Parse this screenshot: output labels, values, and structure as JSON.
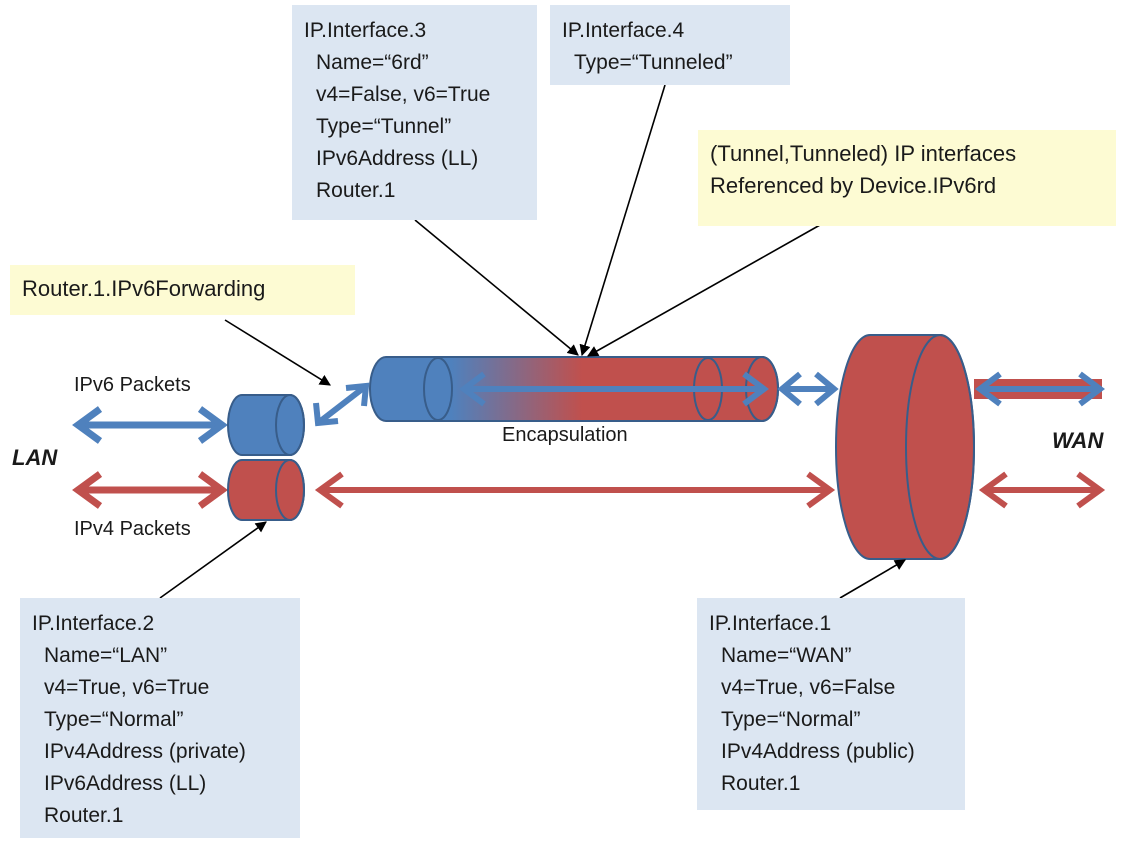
{
  "labels": {
    "lan": "LAN",
    "wan": "WAN",
    "ipv6_packets": "IPv6 Packets",
    "ipv4_packets": "IPv4 Packets",
    "encapsulation": "Encapsulation"
  },
  "boxes": {
    "if3": {
      "title": "IP.Interface.3",
      "lines": [
        "Name=“6rd”",
        "v4=False, v6=True",
        "Type=“Tunnel”",
        "IPv6Address (LL)",
        "Router.1"
      ]
    },
    "if4": {
      "title": "IP.Interface.4",
      "lines": [
        "Type=“Tunneled”"
      ]
    },
    "if2": {
      "title": "IP.Interface.2",
      "lines": [
        "Name=“LAN”",
        "v4=True, v6=True",
        "Type=“Normal”",
        "IPv4Address (private)",
        "IPv6Address (LL)",
        "Router.1"
      ]
    },
    "if1": {
      "title": "IP.Interface.1",
      "lines": [
        "Name=“WAN”",
        "v4=True, v6=False",
        "Type=“Normal”",
        "IPv4Address (public)",
        "Router.1"
      ]
    }
  },
  "notes": {
    "forwarding": "Router.1.IPv6Forwarding",
    "tunnel_line1": "(Tunnel,Tunneled) IP interfaces",
    "tunnel_line2": "Referenced by Device.IPv6rd"
  },
  "colors": {
    "ipv6": "#4f81bd",
    "ipv4": "#c0504d",
    "box_fill": "#dce6f2",
    "note_fill": "#fdfbd3"
  }
}
